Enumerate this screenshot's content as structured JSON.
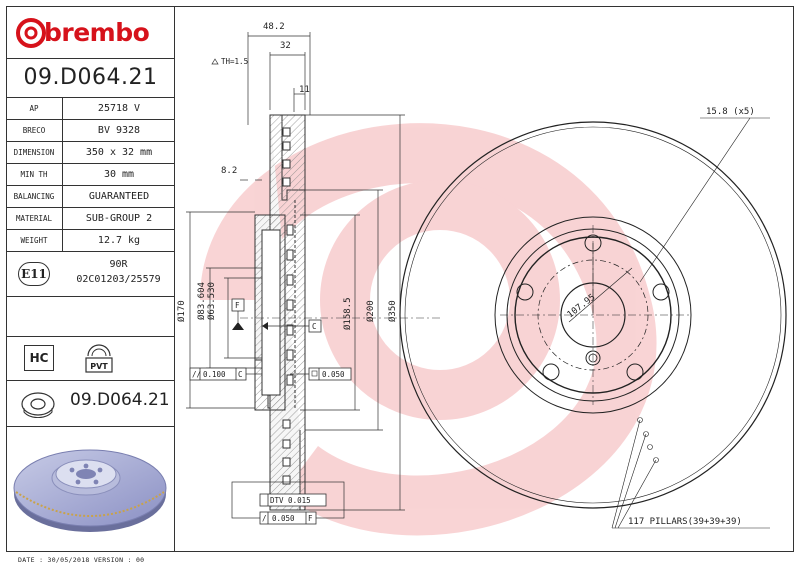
{
  "brand": {
    "name": "brembo",
    "color": "#d6121b"
  },
  "part_number": "09.D064.21",
  "specs": [
    {
      "key": "AP",
      "value": "25718 V"
    },
    {
      "key": "BRECO",
      "value": "BV 9328"
    },
    {
      "key": "DIMENSION",
      "value": "350 x 32 mm"
    },
    {
      "key": "MIN TH",
      "value": "30 mm"
    },
    {
      "key": "BALANCING",
      "value": "GUARANTEED"
    },
    {
      "key": "MATERIAL",
      "value": "SUB-GROUP 2"
    },
    {
      "key": "WEIGHT",
      "value": "12.7 kg"
    }
  ],
  "approval": {
    "badge": "E11",
    "line1": "90R",
    "line2": "02C01203/25579"
  },
  "hc_badge": "HC",
  "pvt_label": "PVT",
  "footer": "DATE : 30/05/2018 VERSION : 00",
  "dimensions": {
    "width_total": "48.2",
    "thickness": "32",
    "th_note": "TH=1.5",
    "hat_offset": "11",
    "flange": "8.2",
    "d170": "Ø170",
    "d83": "Ø83.604",
    "d63": "Ø63.530",
    "d158": "Ø158.5",
    "d200": "Ø200",
    "d350": "Ø350",
    "bolt_holes": "15.8 (x5)",
    "pcd": "107.95",
    "pillars": "117 PILLARS(39+39+39)",
    "datum_f": "F",
    "datum_c": "C",
    "tol_left": "0.100",
    "tol_right": "0.050",
    "dtv": "DTV 0.015",
    "runout": "0.050"
  }
}
